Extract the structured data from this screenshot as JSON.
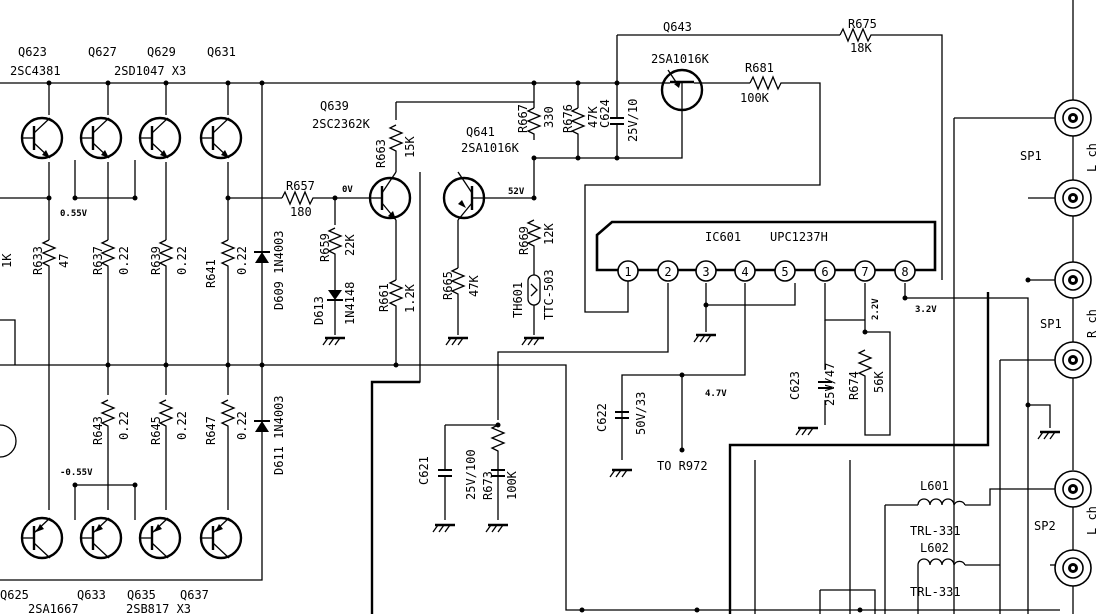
{
  "transistors": {
    "q623": {
      "ref": "Q623",
      "type": "2SC4381"
    },
    "q627": {
      "ref": "Q627",
      "type": "2SD1047 X3"
    },
    "q629": {
      "ref": "Q629"
    },
    "q631": {
      "ref": "Q631"
    },
    "q625": {
      "ref": "Q625",
      "type": "2SA1667"
    },
    "q633": {
      "ref": "Q633",
      "type": "2SB817 X3"
    },
    "q635": {
      "ref": "Q635"
    },
    "q637": {
      "ref": "Q637"
    },
    "q639": {
      "ref": "Q639",
      "type": "2SC2362K"
    },
    "q641": {
      "ref": "Q641",
      "type": "2SA1016K"
    },
    "q643": {
      "ref": "Q643",
      "type": "2SA1016K"
    }
  },
  "resistors": {
    "r633": {
      "ref": "R633",
      "value": "47"
    },
    "r637": {
      "ref": "R637",
      "value": "0.22"
    },
    "r639": {
      "ref": "R639",
      "value": "0.22"
    },
    "r641": {
      "ref": "R641",
      "value": "0.22"
    },
    "r643": {
      "ref": "R643",
      "value": "0.22"
    },
    "r645": {
      "ref": "R645",
      "value": "0.22"
    },
    "r647": {
      "ref": "R647",
      "value": "0.22"
    },
    "r657": {
      "ref": "R657",
      "value": "180"
    },
    "r659": {
      "ref": "R659",
      "value": "22K"
    },
    "r661": {
      "ref": "R661",
      "value": "1.2K"
    },
    "r663": {
      "ref": "R663",
      "value": "15K"
    },
    "r665": {
      "ref": "R665",
      "value": "47K"
    },
    "r667": {
      "ref": "R667",
      "value": "330"
    },
    "r669": {
      "ref": "R669",
      "value": "12K"
    },
    "r673": {
      "ref": "R673",
      "value": "100K"
    },
    "r674": {
      "ref": "R674",
      "value": "56K"
    },
    "r675": {
      "ref": "R675",
      "value": "18K"
    },
    "r676": {
      "ref": "R676",
      "value": "47K"
    },
    "r681": {
      "ref": "R681",
      "value": "100K"
    },
    "left_partial": {
      "value": "1K"
    }
  },
  "capacitors": {
    "c621": {
      "ref": "C621",
      "value": "25V/100"
    },
    "c622": {
      "ref": "C622",
      "value": "50V/33"
    },
    "c623": {
      "ref": "C623",
      "value": "25V/47"
    },
    "c624": {
      "ref": "C624",
      "value": "25V/10"
    }
  },
  "diodes": {
    "d609": {
      "ref": "D609",
      "type": "1N4003"
    },
    "d611": {
      "ref": "D611",
      "type": "1N4003"
    },
    "d613": {
      "ref": "D613",
      "type": "1N4148"
    }
  },
  "thermistor": {
    "ref": "TH601",
    "type": "TTC-503"
  },
  "ic": {
    "ref": "IC601",
    "part": "UPC1237H",
    "pins": [
      "1",
      "2",
      "3",
      "4",
      "5",
      "6",
      "7",
      "8"
    ]
  },
  "inductors": {
    "l601": {
      "ref": "L601",
      "type": "TRL-331"
    },
    "l602": {
      "ref": "L602",
      "type": "TRL-331"
    }
  },
  "voltages": {
    "v055": "0.55V",
    "vm055": "-0.55V",
    "v0": "0V",
    "v52": "52V",
    "v47": "4.7V",
    "v22": "2.2V",
    "v32": "3.2V"
  },
  "speakers": {
    "sp1_upper": "SP1",
    "sp1_lower": "SP1",
    "sp2": "SP2",
    "lch_upper": "L ch",
    "rch": "R ch",
    "lch_lower": "L ch"
  },
  "notes": {
    "to_r972": "TO R972"
  }
}
